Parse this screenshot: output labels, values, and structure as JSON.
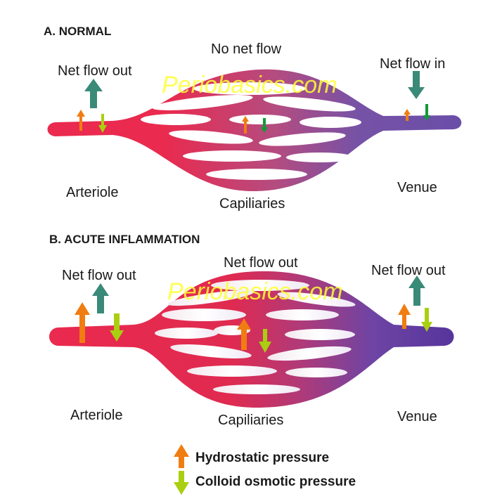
{
  "panels": [
    {
      "title": "A. NORMAL",
      "center_label": "No net flow",
      "left_flow": "Net flow out",
      "right_flow": "Net flow in",
      "arteriole": "Arteriole",
      "venule": "Venue",
      "capillaries": "Capiliaries"
    },
    {
      "title": "B. ACUTE INFLAMMATION",
      "center_label": "Net flow out",
      "left_flow": "Net flow out",
      "right_flow": "Net flow out",
      "arteriole": "Arteriole",
      "venule": "Venue",
      "capillaries": "Capiliaries"
    }
  ],
  "watermark": "Periobasics.com",
  "legend": {
    "hydrostatic": "Hydrostatic pressure",
    "colloid": "Colloid osmotic pressure"
  },
  "colors": {
    "arterial": "#ea2a4e",
    "venous": "#6a4ea8",
    "hydrostatic_arrow": "#f07d12",
    "colloid_arrow": "#a9cf10",
    "net_flow_arrow": "#3a8a78",
    "inward_arrow": "#129a38",
    "watermark": "#ffff33"
  }
}
